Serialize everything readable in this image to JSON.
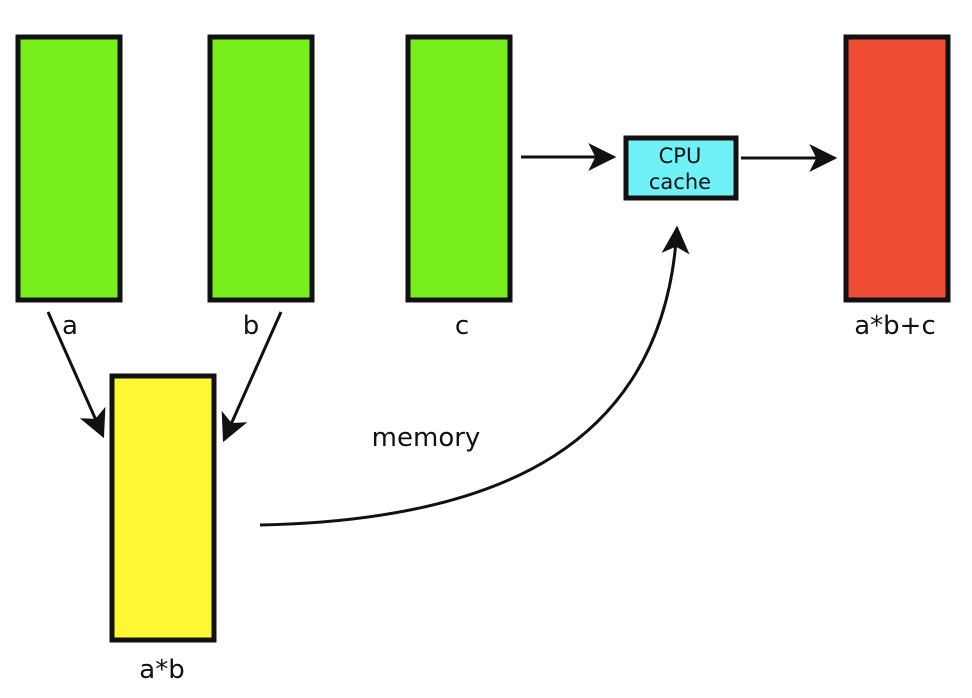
{
  "colors": {
    "input": "#77ee1a",
    "intermediate": "#fff734",
    "cache": "#6ff2f7",
    "result": "#ee4b33",
    "stroke": "#111111"
  },
  "labels": {
    "a": "a",
    "b": "b",
    "c": "c",
    "ab": "a*b",
    "result": "a*b+c",
    "memory": "memory",
    "cache_line1": "CPU",
    "cache_line2": "cache"
  }
}
